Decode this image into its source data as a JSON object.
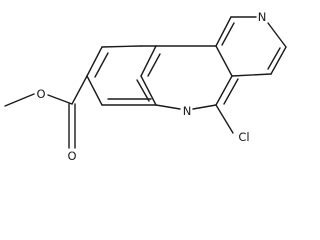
{
  "atoms": {
    "ring_nitrogen_top": "N",
    "ring_nitrogen_bottom": "N",
    "chlorine": "Cl",
    "ester_oxygen_single": "O",
    "ester_oxygen_double": "O"
  },
  "colors": {
    "bond": "#1a1a1a",
    "label": "#1a1a1a",
    "background": "#ffffff"
  }
}
